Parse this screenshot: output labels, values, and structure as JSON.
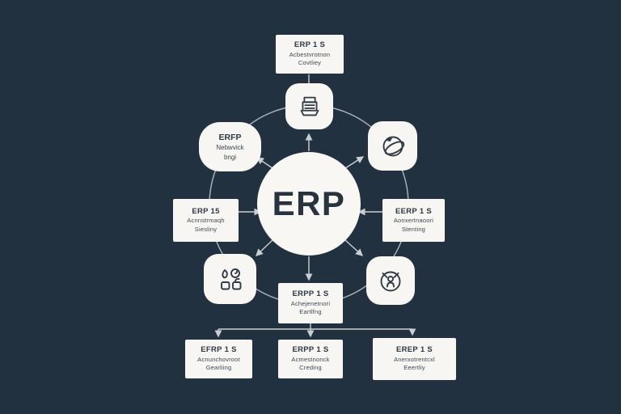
{
  "diagram": {
    "kind": "erp-hub-spoke-flowchart",
    "background_color": "#223140",
    "node_fill_color": "#f7f6f2",
    "line_color": "#c9ced3",
    "text_color": "#2c3945"
  },
  "center": {
    "label": "ERP"
  },
  "nodes": {
    "top_box": {
      "title": "ERP 1 S",
      "line1": "Acbestvrotnon",
      "line2": "Covtliey"
    },
    "network_blob": {
      "title": "ERFP",
      "line1": "Nebwvick",
      "line2": "bngi"
    },
    "left_box": {
      "title": "ERP 15",
      "line1": "Acnnstrmaqh",
      "line2": "Siesliny"
    },
    "right_box": {
      "title": "EERP 1 S",
      "line1": "Aonxertnaoori",
      "line2": "Stenting"
    },
    "bottom_box": {
      "title": "ERPP 1 S",
      "line1": "Achejenetnori",
      "line2": "Eartlfng"
    },
    "bottom_left_box": {
      "title": "EFRP 1 S",
      "line1": "Acnunchovroot",
      "line2": "Gearliing"
    },
    "bottom_mid_box": {
      "title": "ERPP 1 S",
      "line1": "Acmestnonck",
      "line2": "Creding"
    },
    "bottom_right_box": {
      "title": "EREP 1 S",
      "line1": "Anerxotrentcxl",
      "line2": "Eeertliy"
    }
  },
  "icons": {
    "top": "printer-icon",
    "upper_right": "globe-icon",
    "lower_left": "inventory-icon",
    "lower_right": "user-circle-icon"
  }
}
